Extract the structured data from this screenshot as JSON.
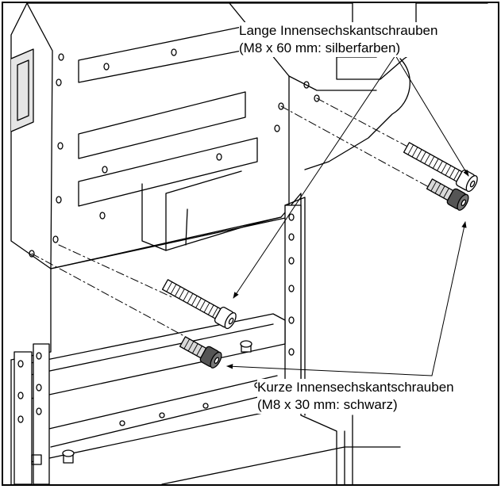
{
  "callouts": {
    "long_screws": {
      "line1": "Lange Innensechskantschrauben",
      "line2": "(M8 x 60 mm: silberfarben)"
    },
    "short_screws": {
      "line1": "Kurze Innensechskantschrauben",
      "line2": "(M8 x 30 mm: schwarz)"
    }
  },
  "colors": {
    "line": "#000000",
    "fill_light": "#ffffff",
    "fill_shade": "#d9d9d9",
    "fill_dark": "#555555"
  },
  "icons": [
    "hex-socket-screw"
  ]
}
